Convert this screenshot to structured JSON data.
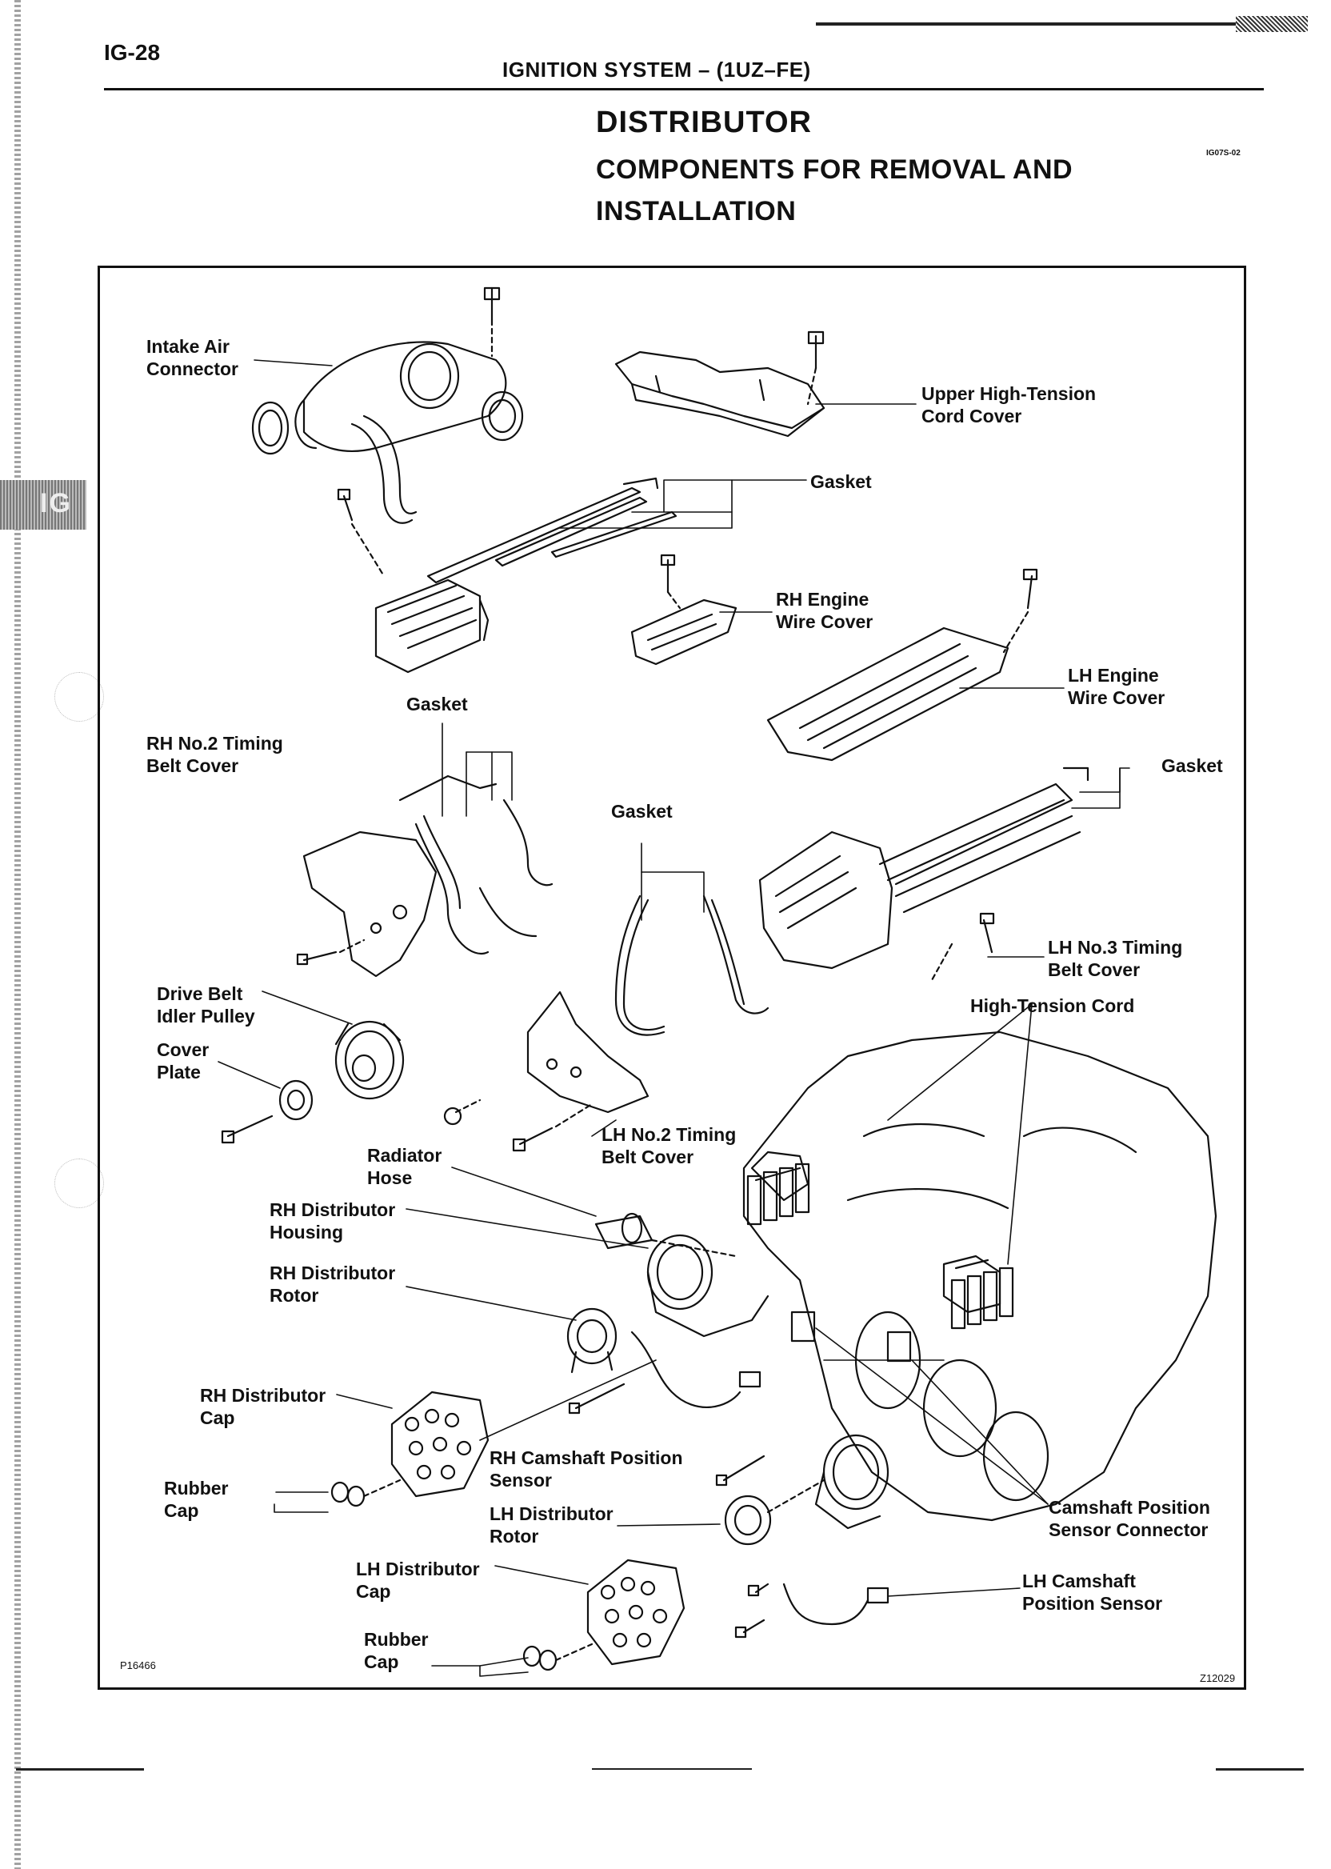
{
  "header": {
    "page_id": "IG-28",
    "section_title": "IGNITION SYSTEM – (1UZ–FE)"
  },
  "title": {
    "main": "DISTRIBUTOR",
    "sub": "COMPONENTS FOR REMOVAL AND\nINSTALLATION",
    "doc_code": "IG07S-02"
  },
  "side_tab": {
    "label": "IG"
  },
  "diagram": {
    "figure_code_left": "P16466",
    "figure_code_right": "Z12029",
    "labels": {
      "intake_air_connector": "Intake Air\nConnector",
      "upper_high_tension_cord_cover": "Upper High-Tension\nCord Cover",
      "gasket_top": "Gasket",
      "rh_engine_wire_cover": "RH Engine\nWire Cover",
      "lh_engine_wire_cover": "LH Engine\nWire Cover",
      "gasket_rh_no2": "Gasket",
      "rh_no2_timing_belt_cover": "RH No.2 Timing\nBelt Cover",
      "gasket_lh_no3": "Gasket",
      "gasket_lh_no2": "Gasket",
      "lh_no3_timing_belt_cover": "LH No.3 Timing\nBelt Cover",
      "high_tension_cord": "High-Tension Cord",
      "drive_belt_idler_pulley": "Drive Belt\nIdler Pulley",
      "cover_plate": "Cover\nPlate",
      "lh_no2_timing_belt_cover": "LH No.2 Timing\nBelt Cover",
      "radiator_hose": "Radiator\nHose",
      "rh_distributor_housing": "RH Distributor\nHousing",
      "rh_distributor_rotor": "RH Distributor\nRotor",
      "rh_distributor_cap": "RH Distributor\nCap",
      "rh_camshaft_position_sensor": "RH Camshaft Position\nSensor",
      "rubber_cap_rh": "Rubber\nCap",
      "lh_distributor_rotor": "LH Distributor\nRotor",
      "camshaft_position_sensor_connector": "Camshaft Position\nSensor Connector",
      "lh_distributor_cap": "LH Distributor\nCap",
      "lh_camshaft_position_sensor": "LH Camshaft\nPosition Sensor",
      "rubber_cap_lh": "Rubber\nCap"
    }
  }
}
